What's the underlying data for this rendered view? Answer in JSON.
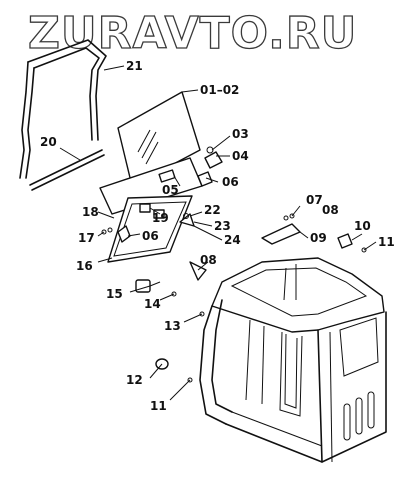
{
  "watermark": "ZURAVTO.RU",
  "labels": {
    "p21": "21",
    "p01_02": "01–02",
    "p20": "20",
    "p03": "03",
    "p04": "04",
    "p05": "05",
    "p06a": "06",
    "p18": "18",
    "p19": "19",
    "p22": "22",
    "p23": "23",
    "p24": "24",
    "p17": "17",
    "p06b": "06",
    "p16": "16",
    "p07": "07",
    "p08a": "08",
    "p10": "10",
    "p09": "09",
    "p11a": "11",
    "p08b": "08",
    "p15": "15",
    "p14": "14",
    "p13": "13",
    "p12": "12",
    "p11b": "11"
  }
}
